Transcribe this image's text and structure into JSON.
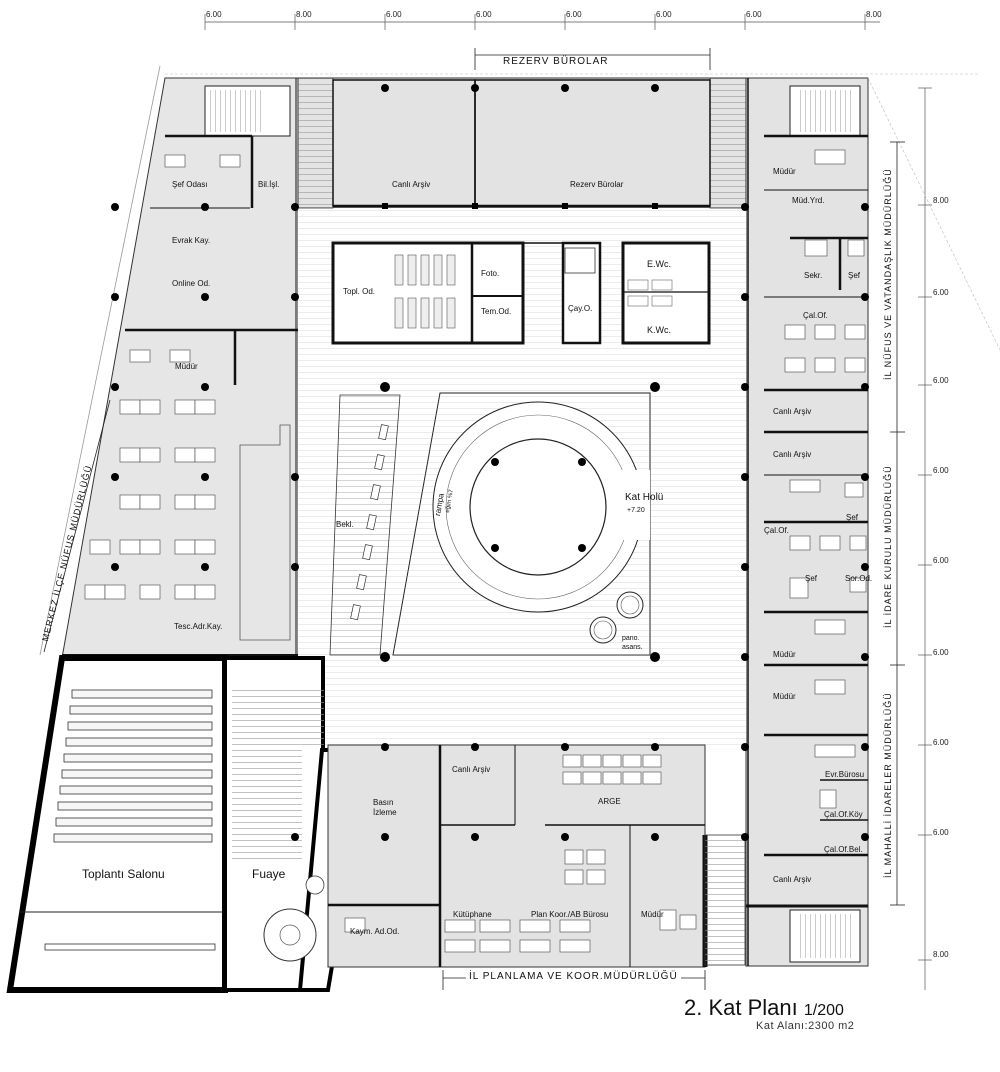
{
  "plan": {
    "title": "2. Kat Planı",
    "scale": "1/200",
    "area": "Kat Alanı:2300 m2"
  },
  "top_dimensions": [
    "6.00",
    "8.00",
    "6.00",
    "6.00",
    "6.00",
    "6.00",
    "6.00",
    "8.00"
  ],
  "right_dimensions": [
    "8.00",
    "6.00",
    "6.00",
    "6.00",
    "6.00",
    "6.00",
    "6.00",
    "6.00",
    "8.00"
  ],
  "departments": {
    "top": "REZERV BÜROLAR",
    "right_top": "İL NÜFUS VE VATANDAŞLIK MÜDÜRLÜĞÜ",
    "right_mid": "İL İDARE KURULU MÜDÜRLÜĞÜ",
    "right_bottom": "İL MAHALLİ İDARELER MÜDÜRLÜĞÜ",
    "left": "MERKEZ İLÇE NÜFUS MÜDÜRLÜĞÜ",
    "bottom": "İL PLANLAMA VE KOOR.MÜDÜRLÜĞÜ"
  },
  "rooms": {
    "canli_arsiv_top": "Canlı Arşiv",
    "rezerv_burolar": "Rezerv Bürolar",
    "sef_odasi": "Şef Odası",
    "bil_isl": "Bil.İşl.",
    "evrak_kay": "Evrak Kay.",
    "online_od": "Online Od.",
    "mudur_left": "Müdür",
    "tesc_adr_kay": "Tesc.Adr.Kay.",
    "topl_od": "Topl. Od.",
    "foto": "Foto.",
    "tem_od": "Tem.Od.",
    "cay_o": "Çay.O.",
    "e_wc": "E.Wc.",
    "k_wc": "K.Wc.",
    "bekl": "Bekl.",
    "rampa": "rampa",
    "rampa_egim": "eğim %7",
    "kat_holu": "Kat Holü",
    "kat_holu_level": "+7.20",
    "pano": "pano.",
    "asans": "asans.",
    "r_mudur1": "Müdür",
    "r_mud_yrd": "Müd.Yrd.",
    "r_sekr": "Sekr.",
    "r_sef1": "Şef",
    "r_cal_of1": "Çal.Of.",
    "r_canli_arsiv1": "Canlı Arşiv",
    "r_canli_arsiv2": "Canlı Arşiv",
    "r_sef2": "Şef",
    "r_cal_of2": "Çal.Of.",
    "r_sef3": "Şef",
    "r_sor_od": "Sor.Od.",
    "r_mudur2": "Müdür",
    "r_mudur3": "Müdür",
    "r_evr_burosu": "Evr.Bürosu",
    "r_cal_of_koy": "Çal.Of.Köy",
    "r_cal_of_bel": "Çal.Of.Bel.",
    "r_canli_arsiv3": "Canlı Arşiv",
    "toplanti_salonu": "Toplantı Salonu",
    "fuaye": "Fuaye",
    "basin_izleme_1": "Basın",
    "basin_izleme_2": "İzleme",
    "kaym_ad_od": "Kaym. Ad.Od.",
    "canli_arsiv_bottom": "Canlı Arşiv",
    "arge": "ARGE",
    "kutuphane": "Kütüphane",
    "plan_koor": "Plan Koor./AB Bürosu",
    "mudur_bottom": "Müdür"
  }
}
